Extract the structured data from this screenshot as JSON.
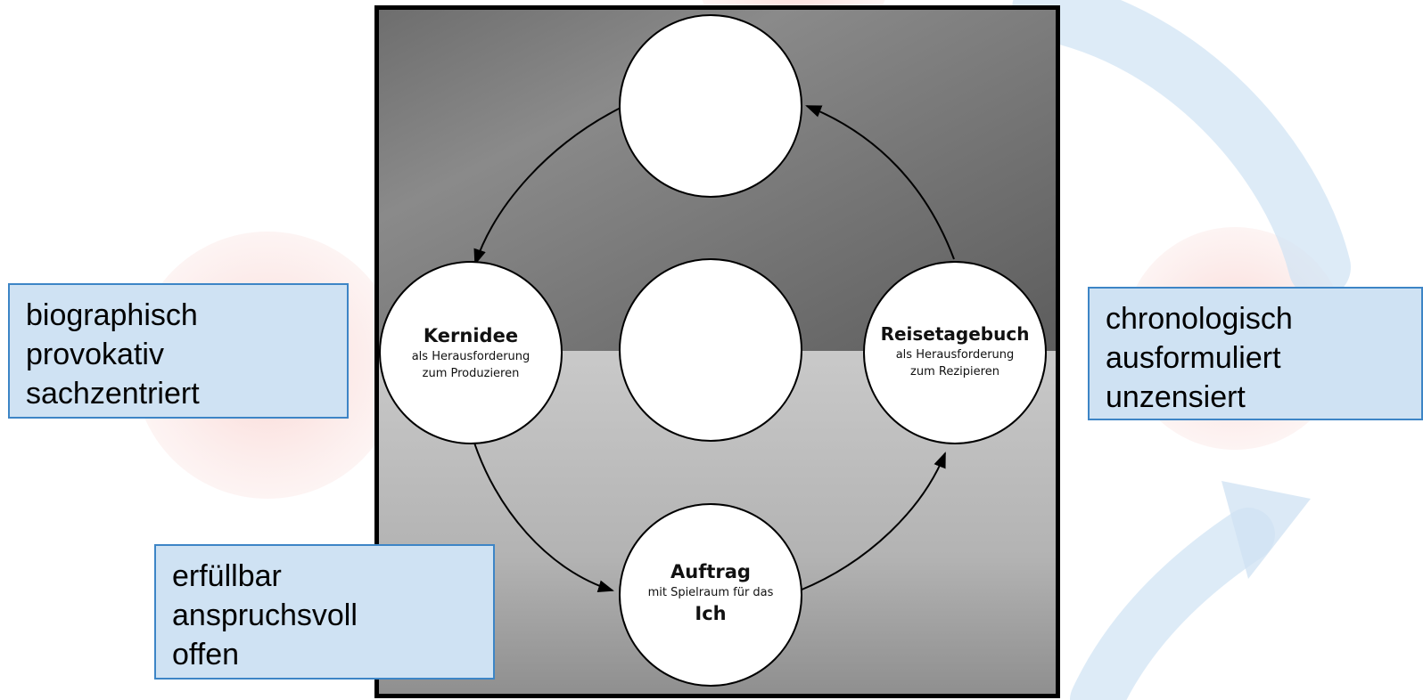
{
  "boxes": {
    "left": [
      "biographisch",
      "provokativ",
      "sachzentriert"
    ],
    "right": [
      "chronologisch",
      "ausformuliert",
      "unzensiert"
    ],
    "bottom": [
      "erfüllbar",
      "anspruchsvoll",
      "offen"
    ]
  },
  "nodes": {
    "kernidee": {
      "title": "Kernidee",
      "sub1": "als Herausforderung",
      "sub2": "zum Produzieren"
    },
    "reisetagebuch": {
      "title": "Reisetagebuch",
      "sub1": "als Herausforderung",
      "sub2": "zum Rezipieren"
    },
    "auftrag": {
      "title": "Auftrag",
      "sub1": "mit Spielraum für das",
      "title2": "Ich"
    }
  },
  "colors": {
    "box_fill": "#cfe2f3",
    "box_border": "#3d85c6",
    "deco_red": "#f4c7c3",
    "deco_blue": "#cfe2f3"
  }
}
